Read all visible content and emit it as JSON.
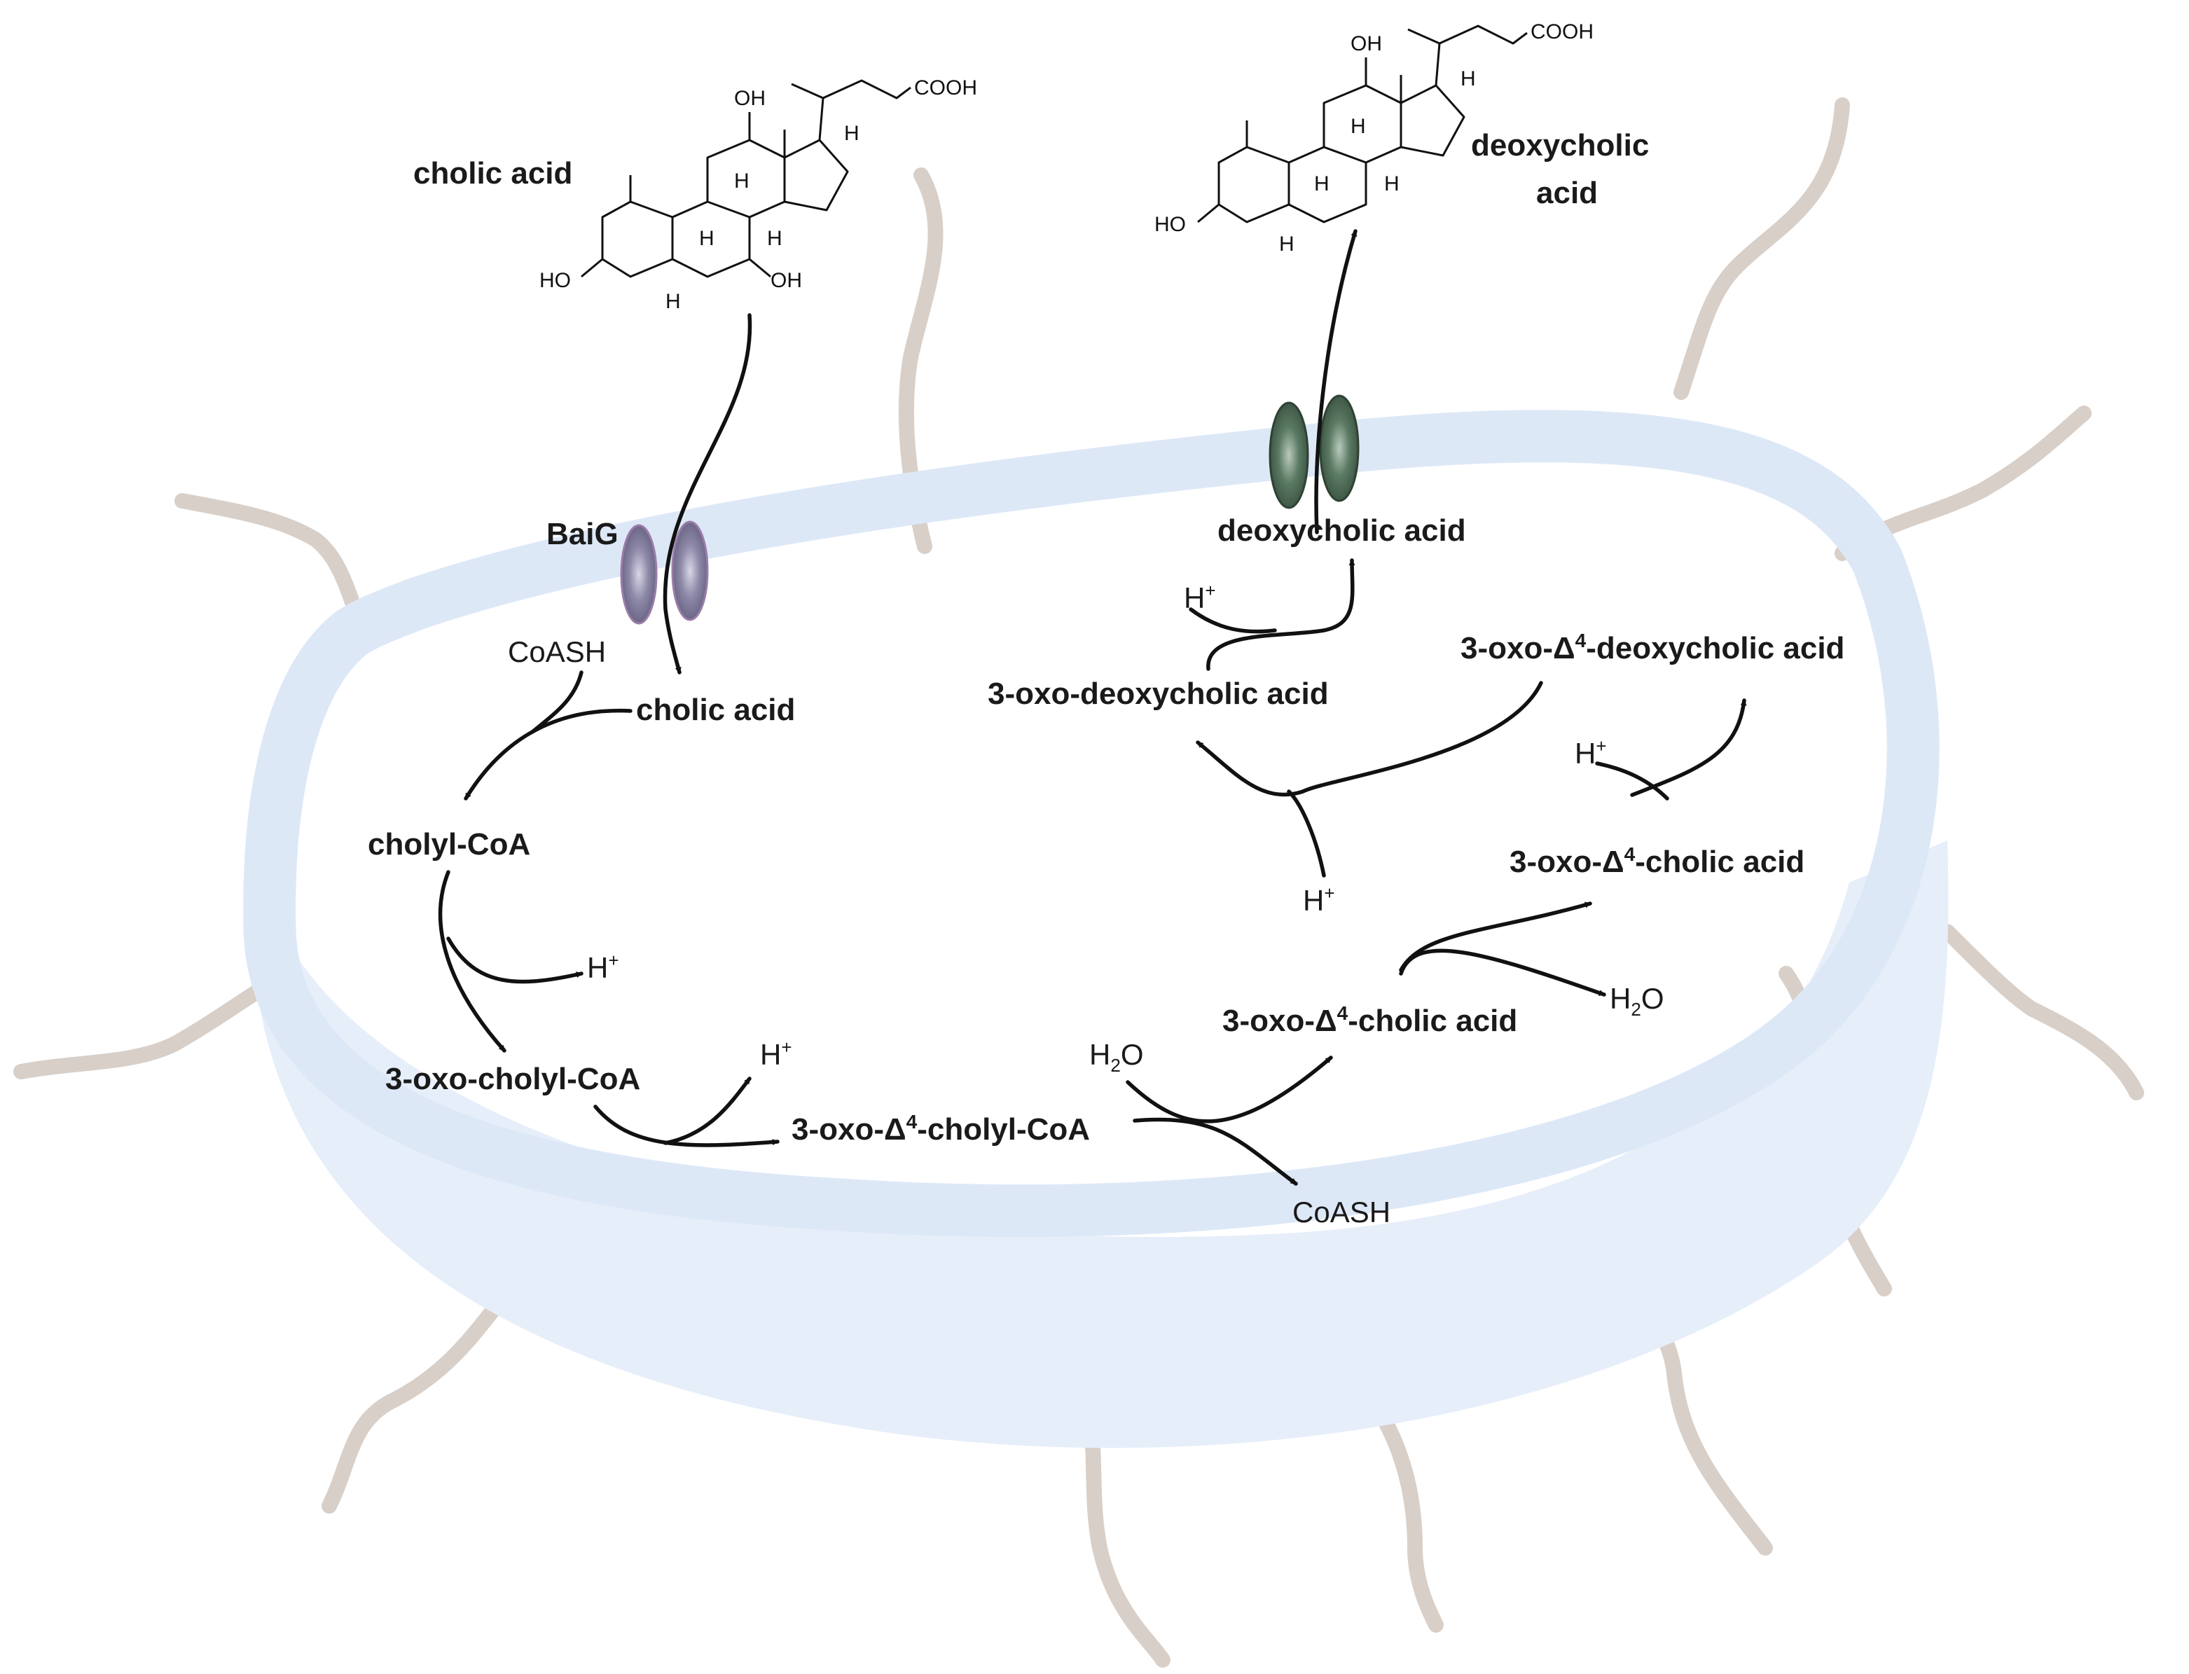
{
  "outside": {
    "cholic_acid_label": "cholic acid",
    "deoxycholic_acid_label_line1": "deoxycholic",
    "deoxycholic_acid_label_line2": "acid"
  },
  "transporters": {
    "baig_label": "BaiG",
    "baig_color": "#8e89a8",
    "efflux_color": "#4f6b57"
  },
  "cell": {
    "membrane_color": "#dde8f7",
    "flagella_color": "#d8cfc8"
  },
  "pathway": {
    "cholic_acid_in": "cholic acid",
    "coash_1": "CoASH",
    "cholyl_coa": "cholyl-CoA",
    "h_plus_1": "H",
    "h_plus_1_sup": "+",
    "oxo_cholyl_coa": "3-oxo-cholyl-CoA",
    "h_plus_2": "H",
    "h_plus_2_sup": "+",
    "oxo_d4_cholyl_coa_a": "3-oxo-Δ",
    "oxo_d4_cholyl_coa_sup": "4",
    "oxo_d4_cholyl_coa_b": "-cholyl-CoA",
    "h2o_1_a": "H",
    "h2o_1_sub": "2",
    "h2o_1_b": "O",
    "coash_2": "CoASH",
    "oxo_d4_cholic_a": "3-oxo-Δ",
    "oxo_d4_cholic_sup": "4",
    "oxo_d4_cholic_b": "-cholic acid",
    "h2o_2_a": "H",
    "h2o_2_sub": "2",
    "h2o_2_b": "O",
    "oxo_d4_cholic_2_a": "3-oxo-Δ",
    "oxo_d4_cholic_2_sup": "4",
    "oxo_d4_cholic_2_b": "-cholic acid",
    "h_plus_3": "H",
    "h_plus_3_sup": "+",
    "oxo_d4_deoxycholic_a": "3-oxo-Δ",
    "oxo_d4_deoxycholic_sup": "4",
    "oxo_d4_deoxycholic_b": "-deoxycholic acid",
    "h_plus_4": "H",
    "h_plus_4_sup": "+",
    "oxo_deoxycholic": "3-oxo-deoxycholic acid",
    "h_plus_5": "H",
    "h_plus_5_sup": "+",
    "deoxycholic_acid_in": "deoxycholic acid"
  },
  "structures": {
    "cholic": {
      "oh12": "OH",
      "cooh": "COOH",
      "ho3": "HO",
      "oh7": "OH",
      "h": "H"
    },
    "deoxycholic": {
      "oh12": "OH",
      "cooh": "COOH",
      "ho3": "HO",
      "h": "H"
    }
  }
}
